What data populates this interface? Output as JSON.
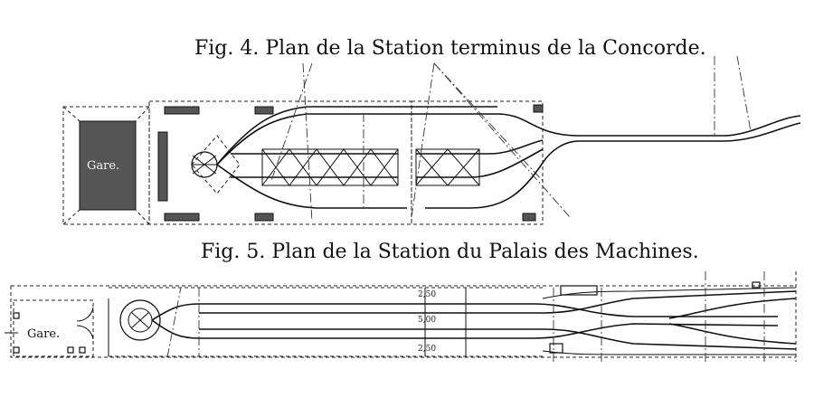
{
  "figure4": {
    "caption": "Fig. 4. Plan de la Station terminus de la Concorde.",
    "gare_label": "Gare."
  },
  "figure5": {
    "caption": "Fig. 5. Plan de la Station du Palais des Machines.",
    "gare_label": "Gare.",
    "dimensions": [
      "2,50",
      "5,00",
      "2,50"
    ]
  }
}
